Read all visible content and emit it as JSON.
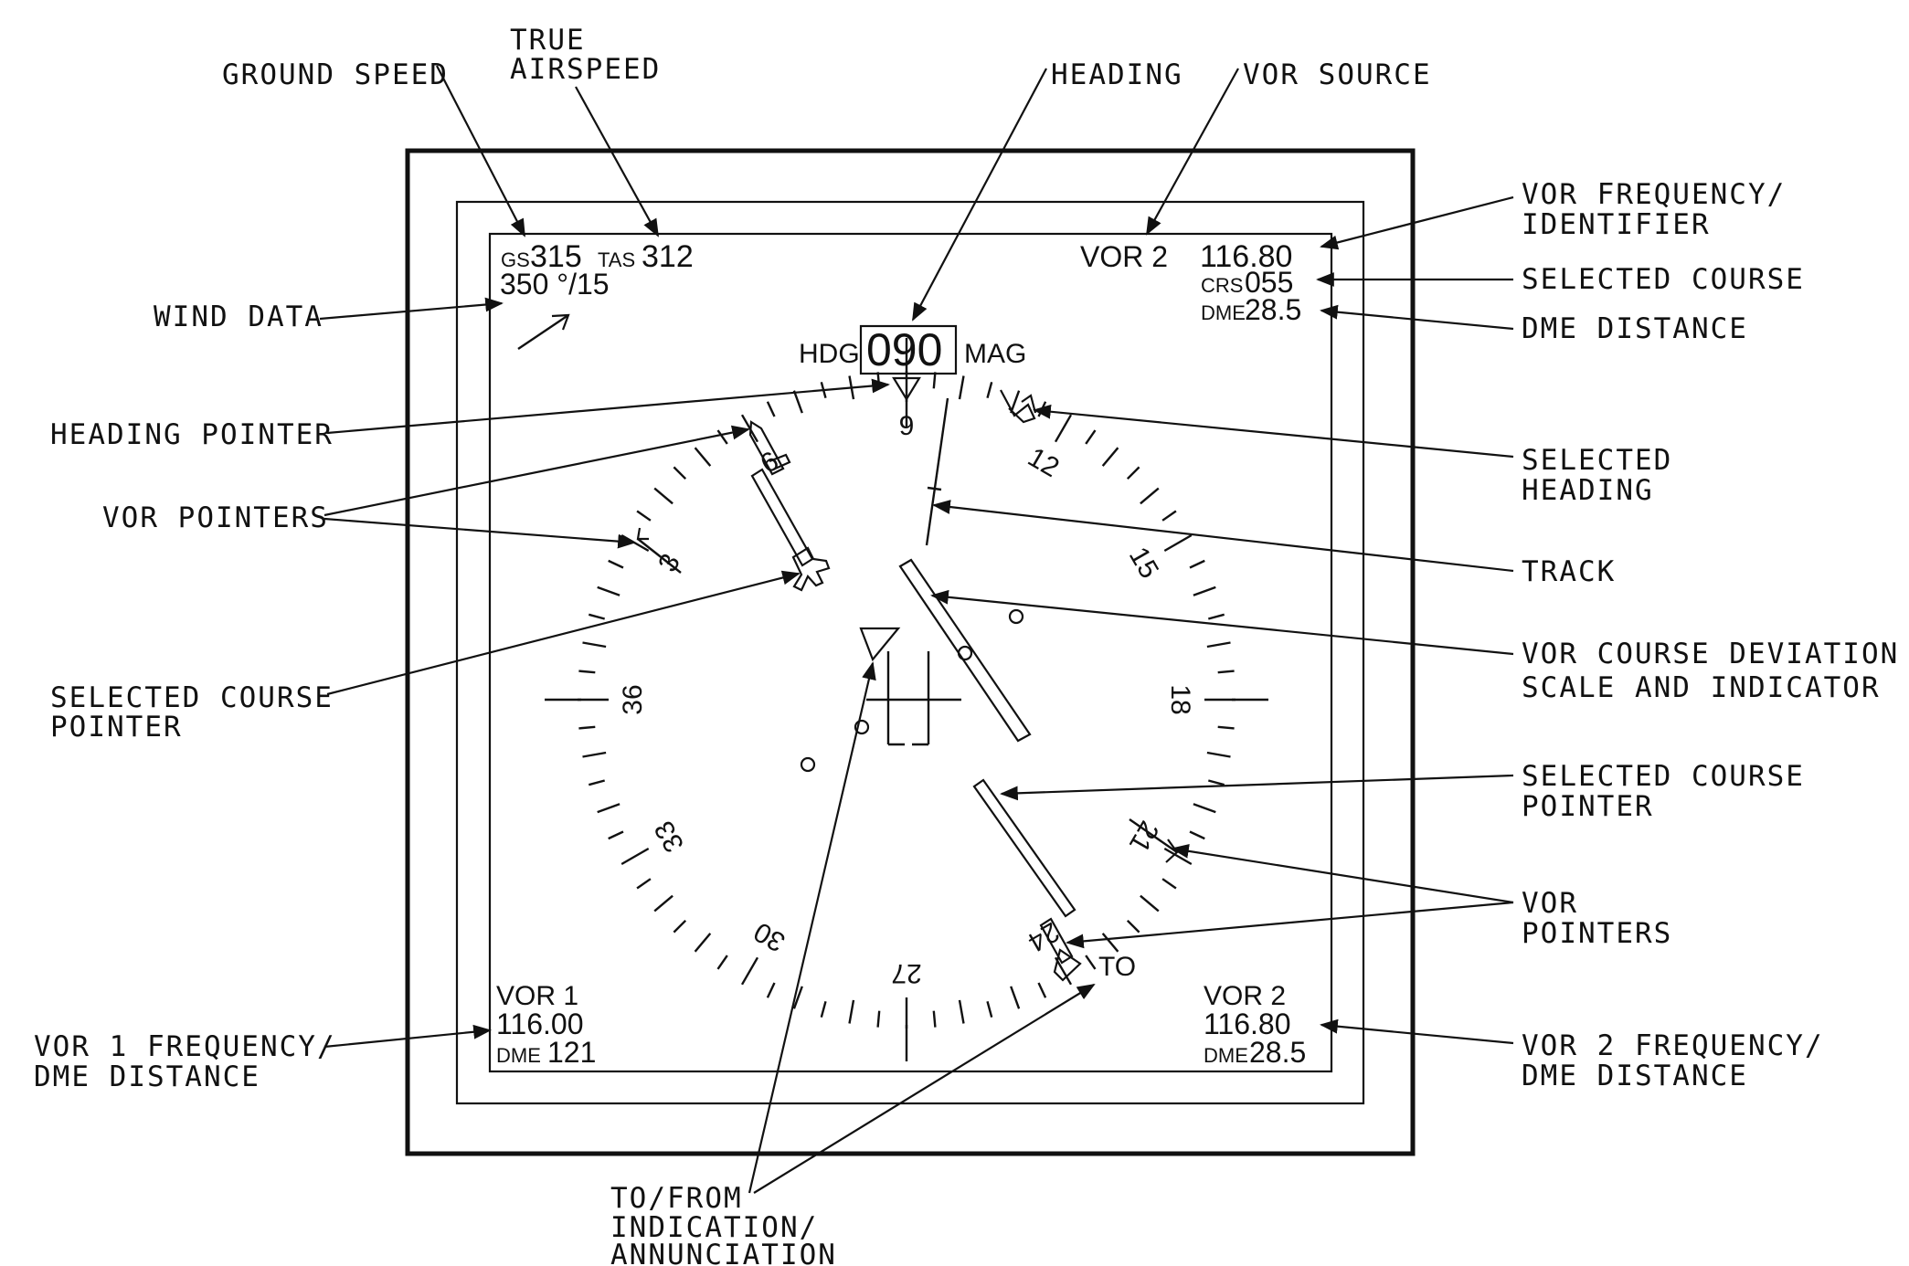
{
  "callouts": {
    "ground_speed": "GROUND SPEED",
    "true_airspeed_1": "TRUE",
    "true_airspeed_2": "AIRSPEED",
    "heading": "HEADING",
    "vor_source": "VOR SOURCE",
    "wind_data": "WIND DATA",
    "heading_pointer": "HEADING POINTER",
    "vor_pointers_left": "VOR POINTERS",
    "selected_course_pointer_left_1": "SELECTED COURSE",
    "selected_course_pointer_left_2": "POINTER",
    "vor1_freq_dme_1": "VOR 1 FREQUENCY/",
    "vor1_freq_dme_2": "DME DISTANCE",
    "vor_frequency_identifier_1": "VOR FREQUENCY/",
    "vor_frequency_identifier_2": "IDENTIFIER",
    "selected_course": "SELECTED COURSE",
    "dme_distance": "DME DISTANCE",
    "selected_heading_1": "SELECTED",
    "selected_heading_2": "HEADING",
    "track": "TRACK",
    "vor_cdi_1": "VOR COURSE DEVIATION",
    "vor_cdi_2": "SCALE AND INDICATOR",
    "selected_course_pointer_right_1": "SELECTED COURSE",
    "selected_course_pointer_right_2": "POINTER",
    "vor_pointers_right_1": "VOR",
    "vor_pointers_right_2": "POINTERS",
    "vor2_freq_dme_1": "VOR 2 FREQUENCY/",
    "vor2_freq_dme_2": "DME DISTANCE",
    "to_from_1": "TO/FROM",
    "to_from_2": "INDICATION/",
    "to_from_3": "ANNUNCIATION"
  },
  "display": {
    "gs_label": "GS",
    "gs_value": "315",
    "tas_label": "TAS",
    "tas_value": "312",
    "wind": "350 °/15",
    "vor_source": "VOR 2",
    "vor_frequency": "116.80",
    "crs_label": "CRS",
    "crs_value": "055",
    "dme_label": "DME",
    "dme_value": "28.5",
    "hdg_label": "HDG",
    "hdg_value": "090",
    "mag_label": "MAG",
    "to_flag": "TO",
    "vor1_name": "VOR 1",
    "vor1_freq": "116.00",
    "vor1_dme_label": "DME",
    "vor1_dme": "121",
    "vor2_name": "VOR 2",
    "vor2_freq": "116.80",
    "vor2_dme_label": "DME",
    "vor2_dme": "28.5"
  },
  "compass_rose": {
    "heading_deg": 90,
    "labels": [
      "9",
      "12",
      "15",
      "18",
      "21",
      "24",
      "27",
      "30",
      "33",
      "36",
      "3",
      "6"
    ],
    "selected_course_deg": 55,
    "selected_heading_deg": 110,
    "track_deg": 97
  }
}
